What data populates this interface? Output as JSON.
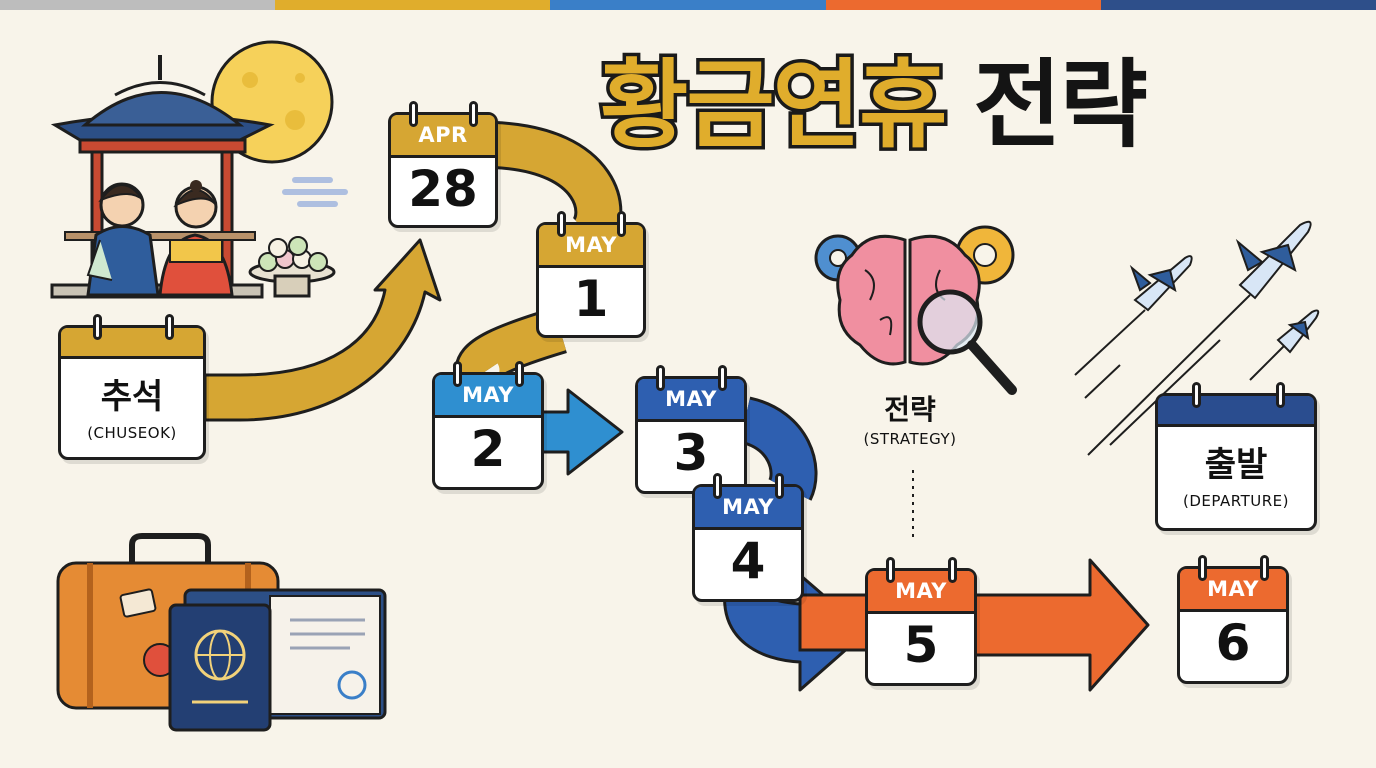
{
  "title": {
    "part1": "황금연휴",
    "part2": "전략"
  },
  "colors": {
    "gold": "#d6a633",
    "blue_mid": "#2f8fd0",
    "blue_dark": "#2e5fb0",
    "orange": "#ec6a2f",
    "navy": "#2a4d8f",
    "topbar": [
      "#bdbdbd",
      "#e0ad2c",
      "#3a7fc8",
      "#ec6a2f",
      "#2e4f8a"
    ]
  },
  "chuseok": {
    "label": "추석",
    "sublabel": "(CHUSEOK)"
  },
  "calendars": [
    {
      "month": "APR",
      "day": "28"
    },
    {
      "month": "MAY",
      "day": "1"
    },
    {
      "month": "MAY",
      "day": "2"
    },
    {
      "month": "MAY",
      "day": "3"
    },
    {
      "month": "MAY",
      "day": "4"
    },
    {
      "month": "MAY",
      "day": "5"
    },
    {
      "month": "MAY",
      "day": "6"
    }
  ],
  "strategy": {
    "label": "전략",
    "sublabel": "(STRATEGY)"
  },
  "departure": {
    "label": "출발",
    "sublabel": "(DEPARTURE)"
  },
  "icons": [
    "pavilion-icon",
    "full-moon-icon",
    "couple-in-hanbok-icon",
    "songpyeon-icon",
    "suitcase-icon",
    "passport-icon",
    "brain-icon",
    "gear-icon",
    "magnifier-icon",
    "airplane-icon",
    "path-arrow-icon"
  ]
}
